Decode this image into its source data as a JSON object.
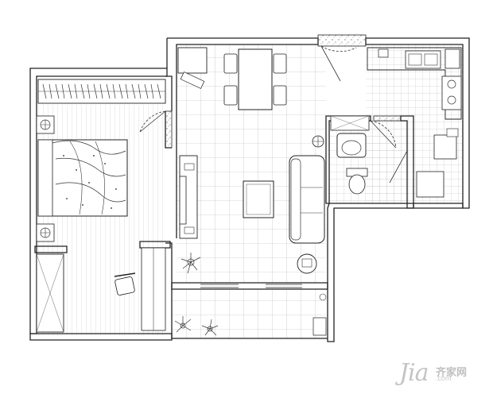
{
  "plan": {
    "rooms": [
      "bedroom",
      "living-dining",
      "kitchen",
      "bathroom",
      "balcony"
    ]
  },
  "watermark": {
    "mark": "Jia",
    "text_cn": "齐家网",
    "domain": ".com"
  },
  "colors": {
    "line": "#222222",
    "wall_fill": "#ffffff",
    "hatch": "#9a9a9a",
    "watermark": "#c4c4c4"
  }
}
